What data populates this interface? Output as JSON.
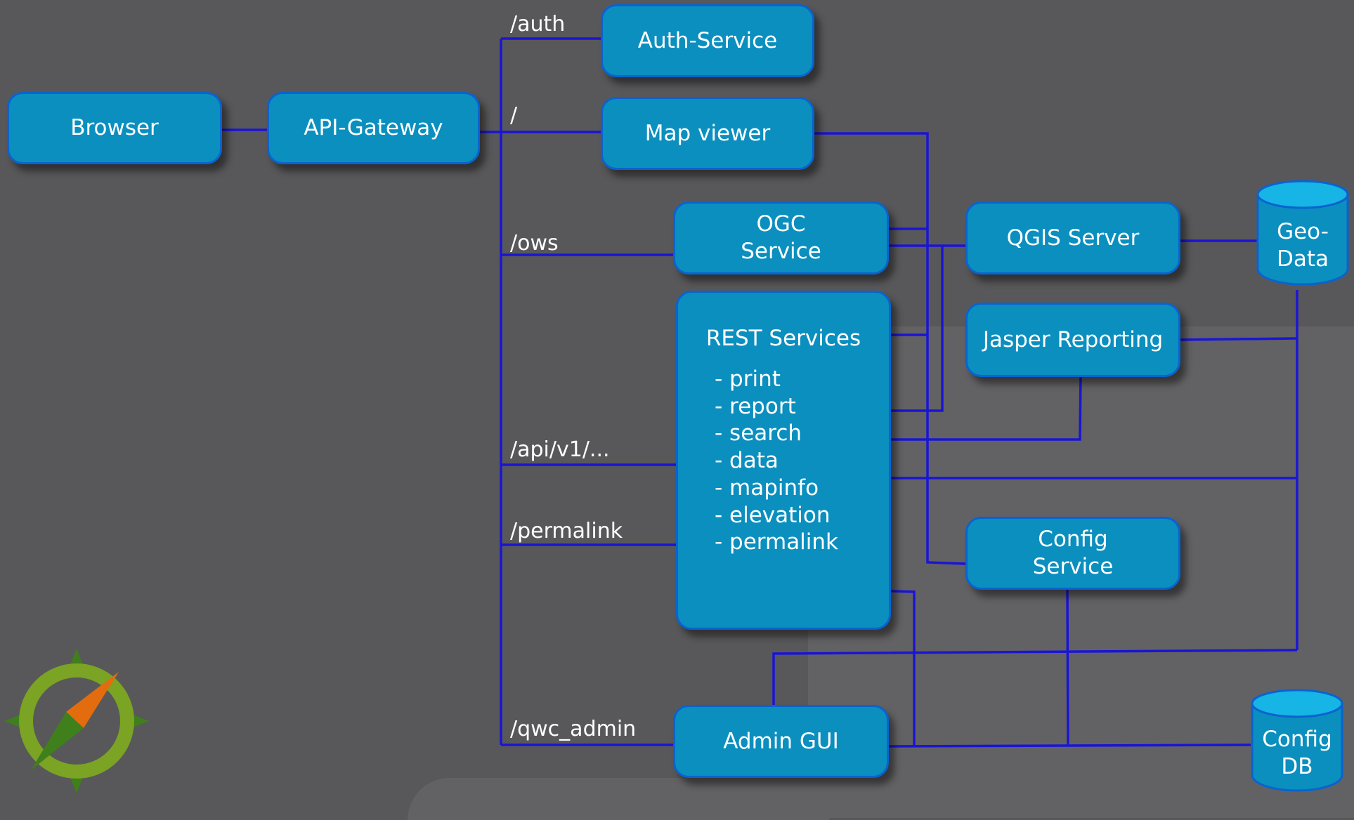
{
  "colors": {
    "background": "#58585a",
    "box_fill": "#0b8fbf",
    "box_border": "#0a63cf",
    "connector": "#1a14d6",
    "text": "#ffffff"
  },
  "boxes": {
    "browser": "Browser",
    "api_gateway": "API-Gateway",
    "auth_service": "Auth-Service",
    "map_viewer": "Map viewer",
    "ogc_service": [
      "OGC",
      "Service"
    ],
    "qgis_server": "QGIS Server",
    "jasper_reporting": "Jasper Reporting",
    "config_service": [
      "Config",
      "Service"
    ],
    "admin_gui": "Admin GUI"
  },
  "rest_services": {
    "title": "REST Services",
    "items": [
      "- print",
      "- report",
      "- search",
      "- data",
      "- mapinfo",
      "- elevation",
      "- permalink"
    ]
  },
  "databases": {
    "geo_data": [
      "Geo-",
      "Data"
    ],
    "config_db": [
      "Config",
      "DB"
    ]
  },
  "routes": {
    "auth": "/auth",
    "root": "/",
    "ows": "/ows",
    "api": "/api/v1/...",
    "permalink": "/permalink",
    "qwc_admin": "/qwc_admin"
  },
  "logo": {
    "icon": "compass-logo-icon"
  }
}
